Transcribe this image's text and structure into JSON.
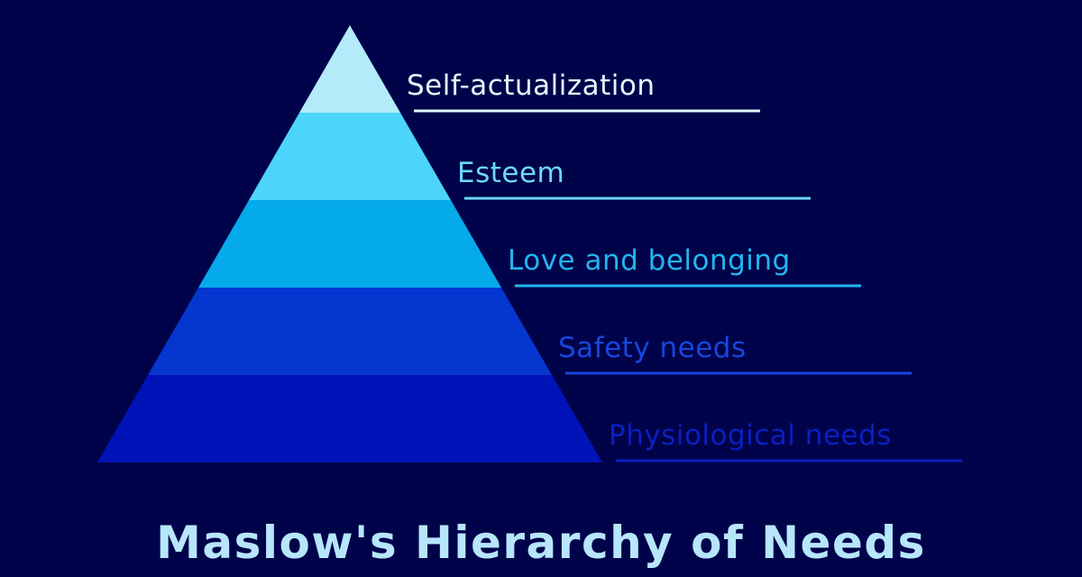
{
  "title": "Maslow's Hierarchy of Needs",
  "title_color": "#b7e6fb",
  "background_color": "#01034a",
  "levels": [
    {
      "label": "Self-actualization",
      "fill": "#b3ebfb",
      "text_color": "#e3f6fc",
      "line_color": "#dff5fc"
    },
    {
      "label": "Esteem",
      "fill": "#4cd4fa",
      "text_color": "#6cd8f9",
      "line_color": "#6cd8f9"
    },
    {
      "label": "Love and belonging",
      "fill": "#04aaea",
      "text_color": "#25b4ee",
      "line_color": "#25b4ee"
    },
    {
      "label": "Safety needs",
      "fill": "#0536d0",
      "text_color": "#1846dc",
      "line_color": "#1846dc"
    },
    {
      "label": "Physiological needs",
      "fill": "#0013b8",
      "text_color": "#0c1fc0",
      "line_color": "#0c1fc0"
    }
  ]
}
